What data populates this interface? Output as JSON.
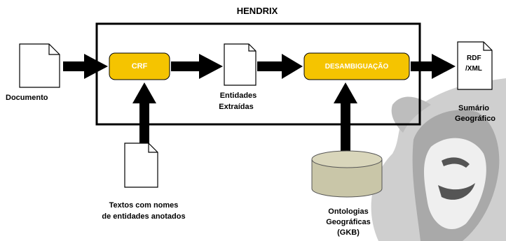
{
  "title": "HENDRIX",
  "nodes": {
    "crf": "CRF",
    "disambiguation": "DESAMBIGUAÇÃO",
    "input_doc": "Documento",
    "entities_line1": "Entidades",
    "entities_line2": "Extraídas",
    "output_line1": "RDF",
    "output_line2": "/XML",
    "summary_line1": "Sumário",
    "summary_line2": "Geográfico",
    "training_line1": "Textos com nomes",
    "training_line2": "de entidades anotados",
    "ontology_line1": "Ontologias",
    "ontology_line2": "Geográficas",
    "ontology_line3": "(GKB)"
  },
  "colors": {
    "process_box": "#f5c400",
    "database": "#c9c6a8",
    "arrow": "#000000"
  },
  "icons": [
    "document-icon",
    "database-icon",
    "portrait-watermark"
  ]
}
